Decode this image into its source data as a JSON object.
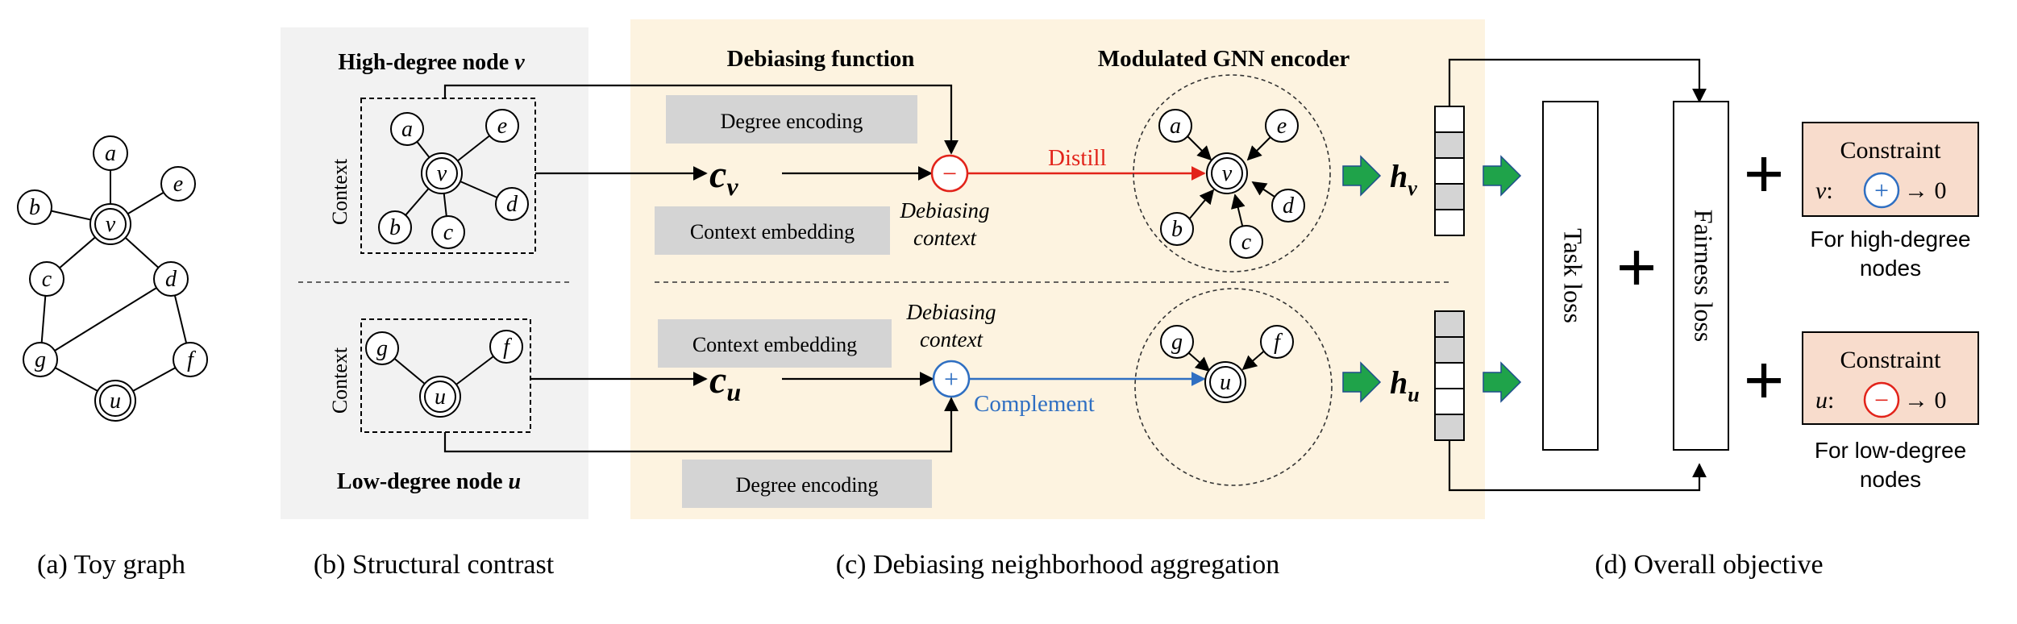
{
  "colors": {
    "panel_gray": "#f2f2f2",
    "panel_cream": "#fdf3e0",
    "box_gray": "#d4d4d4",
    "constraint_fill": "#f8dccc",
    "distill_red": "#e2231a",
    "complement_blue": "#2f6fc2",
    "arrow_green": "#1fa34a",
    "arrow_green_edge": "#1e4e8c"
  },
  "panel_a": {
    "caption": "(a) Toy graph",
    "nodes": [
      "a",
      "e",
      "b",
      "v",
      "c",
      "d",
      "g",
      "f",
      "u"
    ]
  },
  "panel_b": {
    "caption": "(b) Structural contrast",
    "high_title": "High-degree node ",
    "high_title_var": "v",
    "low_title": "Low-degree node ",
    "low_title_var": "u",
    "context_label_top": "Context",
    "context_label_bottom": "Context",
    "high_nodes": [
      "a",
      "e",
      "v",
      "d",
      "b",
      "c"
    ],
    "low_nodes": [
      "g",
      "f",
      "u"
    ]
  },
  "panel_c": {
    "caption": "(c) Debiasing neighborhood aggregation",
    "debias_function_title": "Debiasing function",
    "encoder_title": "Modulated GNN encoder",
    "degree_encoding_top": "Degree encoding",
    "context_embedding_top": "Context embedding",
    "context_embedding_bottom": "Context embedding",
    "degree_encoding_bottom": "Degree encoding",
    "c_symbol": "c",
    "c_v_sub": "v",
    "c_u_sub": "u",
    "minus_sign": "−",
    "plus_sign": "+",
    "debiasing_context_top_1": "Debiasing",
    "debiasing_context_top_2": "context",
    "debiasing_context_bottom_1": "Debiasing",
    "debiasing_context_bottom_2": "context",
    "distill_label": "Distill",
    "complement_label": "Complement",
    "enc_top_nodes": [
      "a",
      "e",
      "v",
      "b",
      "c",
      "d"
    ],
    "enc_bottom_nodes": [
      "g",
      "f",
      "u"
    ],
    "h_symbol": "h",
    "h_v_sub": "v",
    "h_u_sub": "u"
  },
  "panel_d": {
    "caption": "(d) Overall objective",
    "task_loss": "Task loss",
    "fairness_loss": "Fairness loss",
    "plus_sign": "+",
    "constraint_top_title": "Constraint",
    "constraint_top_var": "v",
    "constraint_top_sign": "+",
    "constraint_top_tail": "→ 0",
    "constraint_top_note_1": "For high-degree",
    "constraint_top_note_2": "nodes",
    "constraint_bottom_title": "Constraint",
    "constraint_bottom_var": "u",
    "constraint_bottom_sign": "−",
    "constraint_bottom_tail": "→ 0",
    "constraint_bottom_note_1": "For low-degree",
    "constraint_bottom_note_2": "nodes"
  }
}
